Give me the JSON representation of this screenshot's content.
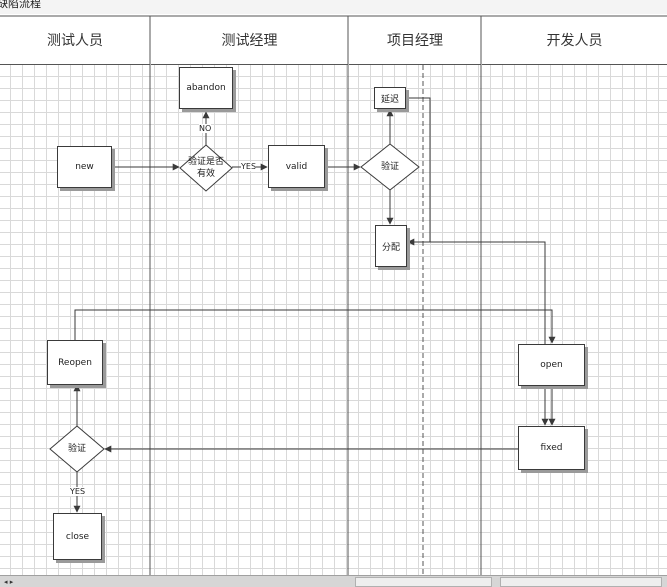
{
  "window": {
    "title": "缺陷流程"
  },
  "lanes": [
    {
      "name": "测试人员"
    },
    {
      "name": "测试经理"
    },
    {
      "name": "项目经理"
    },
    {
      "name": "开发人员"
    }
  ],
  "nodes": {
    "new": "new",
    "abandon": "abandon",
    "check_valid": "验证是否有效",
    "valid": "valid",
    "pm_verify": "验证",
    "defer": "延迟",
    "assign": "分配",
    "open": "open",
    "fixed": "fixed",
    "reopen": "Reopen",
    "tester_verify": "验证",
    "close": "close"
  },
  "edge_labels": {
    "no": "NO",
    "yes_valid": "YES",
    "yes_close": "YES"
  },
  "colors": {
    "line": "#3a3a3a",
    "shadow": "#9a9a9a",
    "grid": "#d9d9d9"
  }
}
